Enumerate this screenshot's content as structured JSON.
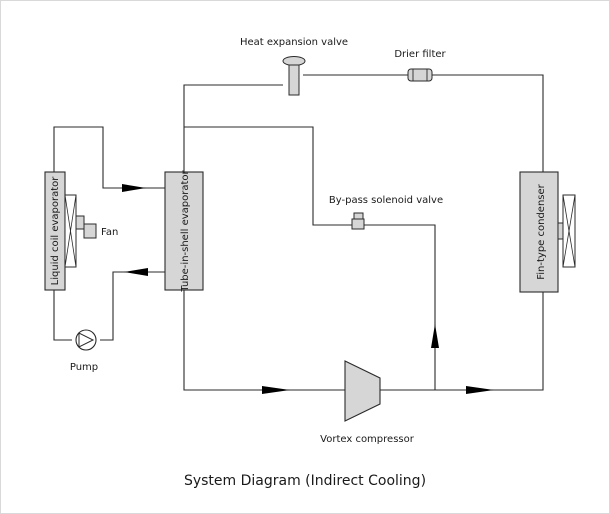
{
  "labels": {
    "heat_expansion_valve": "Heat expansion valve",
    "drier_filter": "Drier filter",
    "bypass_valve": "By-pass solenoid valve",
    "fan": "Fan",
    "pump": "Pump",
    "compressor": "Vortex compressor",
    "liquid_coil_evaporator": "Liquid coil evaporator",
    "tube_shell_evaporator": "Tube-in-shell evaporator",
    "condenser": "Fin-type condenser"
  },
  "caption": "System Diagram (Indirect Cooling)"
}
